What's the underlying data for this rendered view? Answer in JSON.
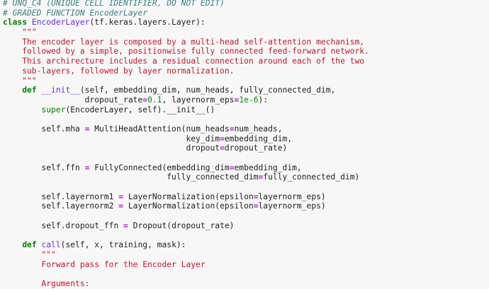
{
  "colors": {
    "background": "#f7f7f7",
    "text": "#212121",
    "comment": "#3b7f7f",
    "keyword": "#008000",
    "class_name": "#6a2ee0",
    "function_name": "#6a2ee0",
    "string": "#c0172c",
    "number": "#0a8a0a",
    "operator": "#b01ec8",
    "builtin": "#008000"
  },
  "code": {
    "lines": [
      [
        {
          "t": "cm",
          "v": "# UNQ_C4 (UNIQUE CELL IDENTIFIER, DO NOT EDIT)"
        }
      ],
      [
        {
          "t": "cm",
          "v": "# GRADED FUNCTION EncoderLayer"
        }
      ],
      [
        {
          "t": "kw",
          "v": "class"
        },
        {
          "t": "tx",
          "v": " "
        },
        {
          "t": "nc",
          "v": "EncoderLayer"
        },
        {
          "t": "tx",
          "v": "(tf.keras.layers.Layer):"
        }
      ],
      [
        {
          "t": "tx",
          "v": "    "
        },
        {
          "t": "st",
          "v": "\"\"\""
        }
      ],
      [
        {
          "t": "st",
          "v": "    The encoder layer is composed by a multi-head self-attention mechanism,"
        }
      ],
      [
        {
          "t": "st",
          "v": "    followed by a simple, positionwise fully connected feed-forward network."
        }
      ],
      [
        {
          "t": "st",
          "v": "    This archirecture includes a residual connection around each of the two"
        }
      ],
      [
        {
          "t": "st",
          "v": "    sub-layers, followed by layer normalization."
        }
      ],
      [
        {
          "t": "st",
          "v": "    \"\"\""
        }
      ],
      [
        {
          "t": "tx",
          "v": "    "
        },
        {
          "t": "kw",
          "v": "def"
        },
        {
          "t": "tx",
          "v": " "
        },
        {
          "t": "nf",
          "v": "__init__"
        },
        {
          "t": "tx",
          "v": "(self, embedding_dim, num_heads, fully_connected_dim,"
        }
      ],
      [
        {
          "t": "tx",
          "v": "                 dropout_rate"
        },
        {
          "t": "op",
          "v": "="
        },
        {
          "t": "nu",
          "v": "0.1"
        },
        {
          "t": "tx",
          "v": ", layernorm_eps"
        },
        {
          "t": "op",
          "v": "="
        },
        {
          "t": "nu",
          "v": "1e-6"
        },
        {
          "t": "tx",
          "v": "):"
        }
      ],
      [
        {
          "t": "tx",
          "v": "        "
        },
        {
          "t": "bi",
          "v": "super"
        },
        {
          "t": "tx",
          "v": "(EncoderLayer, self).__init__()"
        }
      ],
      [],
      [
        {
          "t": "tx",
          "v": "        self.mha "
        },
        {
          "t": "op",
          "v": "="
        },
        {
          "t": "tx",
          "v": " MultiHeadAttention(num_heads"
        },
        {
          "t": "op",
          "v": "="
        },
        {
          "t": "tx",
          "v": "num_heads,"
        }
      ],
      [
        {
          "t": "tx",
          "v": "                                      key_dim"
        },
        {
          "t": "op",
          "v": "="
        },
        {
          "t": "tx",
          "v": "embedding_dim,"
        }
      ],
      [
        {
          "t": "tx",
          "v": "                                      dropout"
        },
        {
          "t": "op",
          "v": "="
        },
        {
          "t": "tx",
          "v": "dropout_rate)"
        }
      ],
      [],
      [
        {
          "t": "tx",
          "v": "        self.ffn "
        },
        {
          "t": "op",
          "v": "="
        },
        {
          "t": "tx",
          "v": " FullyConnected(embedding_dim"
        },
        {
          "t": "op",
          "v": "="
        },
        {
          "t": "tx",
          "v": "embedding_dim,"
        }
      ],
      [
        {
          "t": "tx",
          "v": "                                  fully_connected_dim"
        },
        {
          "t": "op",
          "v": "="
        },
        {
          "t": "tx",
          "v": "fully_connected_dim)"
        }
      ],
      [],
      [
        {
          "t": "tx",
          "v": "        self.layernorm1 "
        },
        {
          "t": "op",
          "v": "="
        },
        {
          "t": "tx",
          "v": " LayerNormalization(epsilon"
        },
        {
          "t": "op",
          "v": "="
        },
        {
          "t": "tx",
          "v": "layernorm_eps)"
        }
      ],
      [
        {
          "t": "tx",
          "v": "        self.layernorm2 "
        },
        {
          "t": "op",
          "v": "="
        },
        {
          "t": "tx",
          "v": " LayerNormalization(epsilon"
        },
        {
          "t": "op",
          "v": "="
        },
        {
          "t": "tx",
          "v": "layernorm_eps)"
        }
      ],
      [],
      [
        {
          "t": "tx",
          "v": "        self.dropout_ffn "
        },
        {
          "t": "op",
          "v": "="
        },
        {
          "t": "tx",
          "v": " Dropout(dropout_rate)"
        }
      ],
      [],
      [
        {
          "t": "tx",
          "v": "    "
        },
        {
          "t": "kw",
          "v": "def"
        },
        {
          "t": "tx",
          "v": " "
        },
        {
          "t": "nf",
          "v": "call"
        },
        {
          "t": "tx",
          "v": "(self, x, training, mask):"
        }
      ],
      [
        {
          "t": "tx",
          "v": "        "
        },
        {
          "t": "st",
          "v": "\"\"\""
        }
      ],
      [
        {
          "t": "st",
          "v": "        Forward pass for the Encoder Layer"
        }
      ],
      [],
      [
        {
          "t": "st",
          "v": "        Arguments:"
        }
      ]
    ]
  }
}
